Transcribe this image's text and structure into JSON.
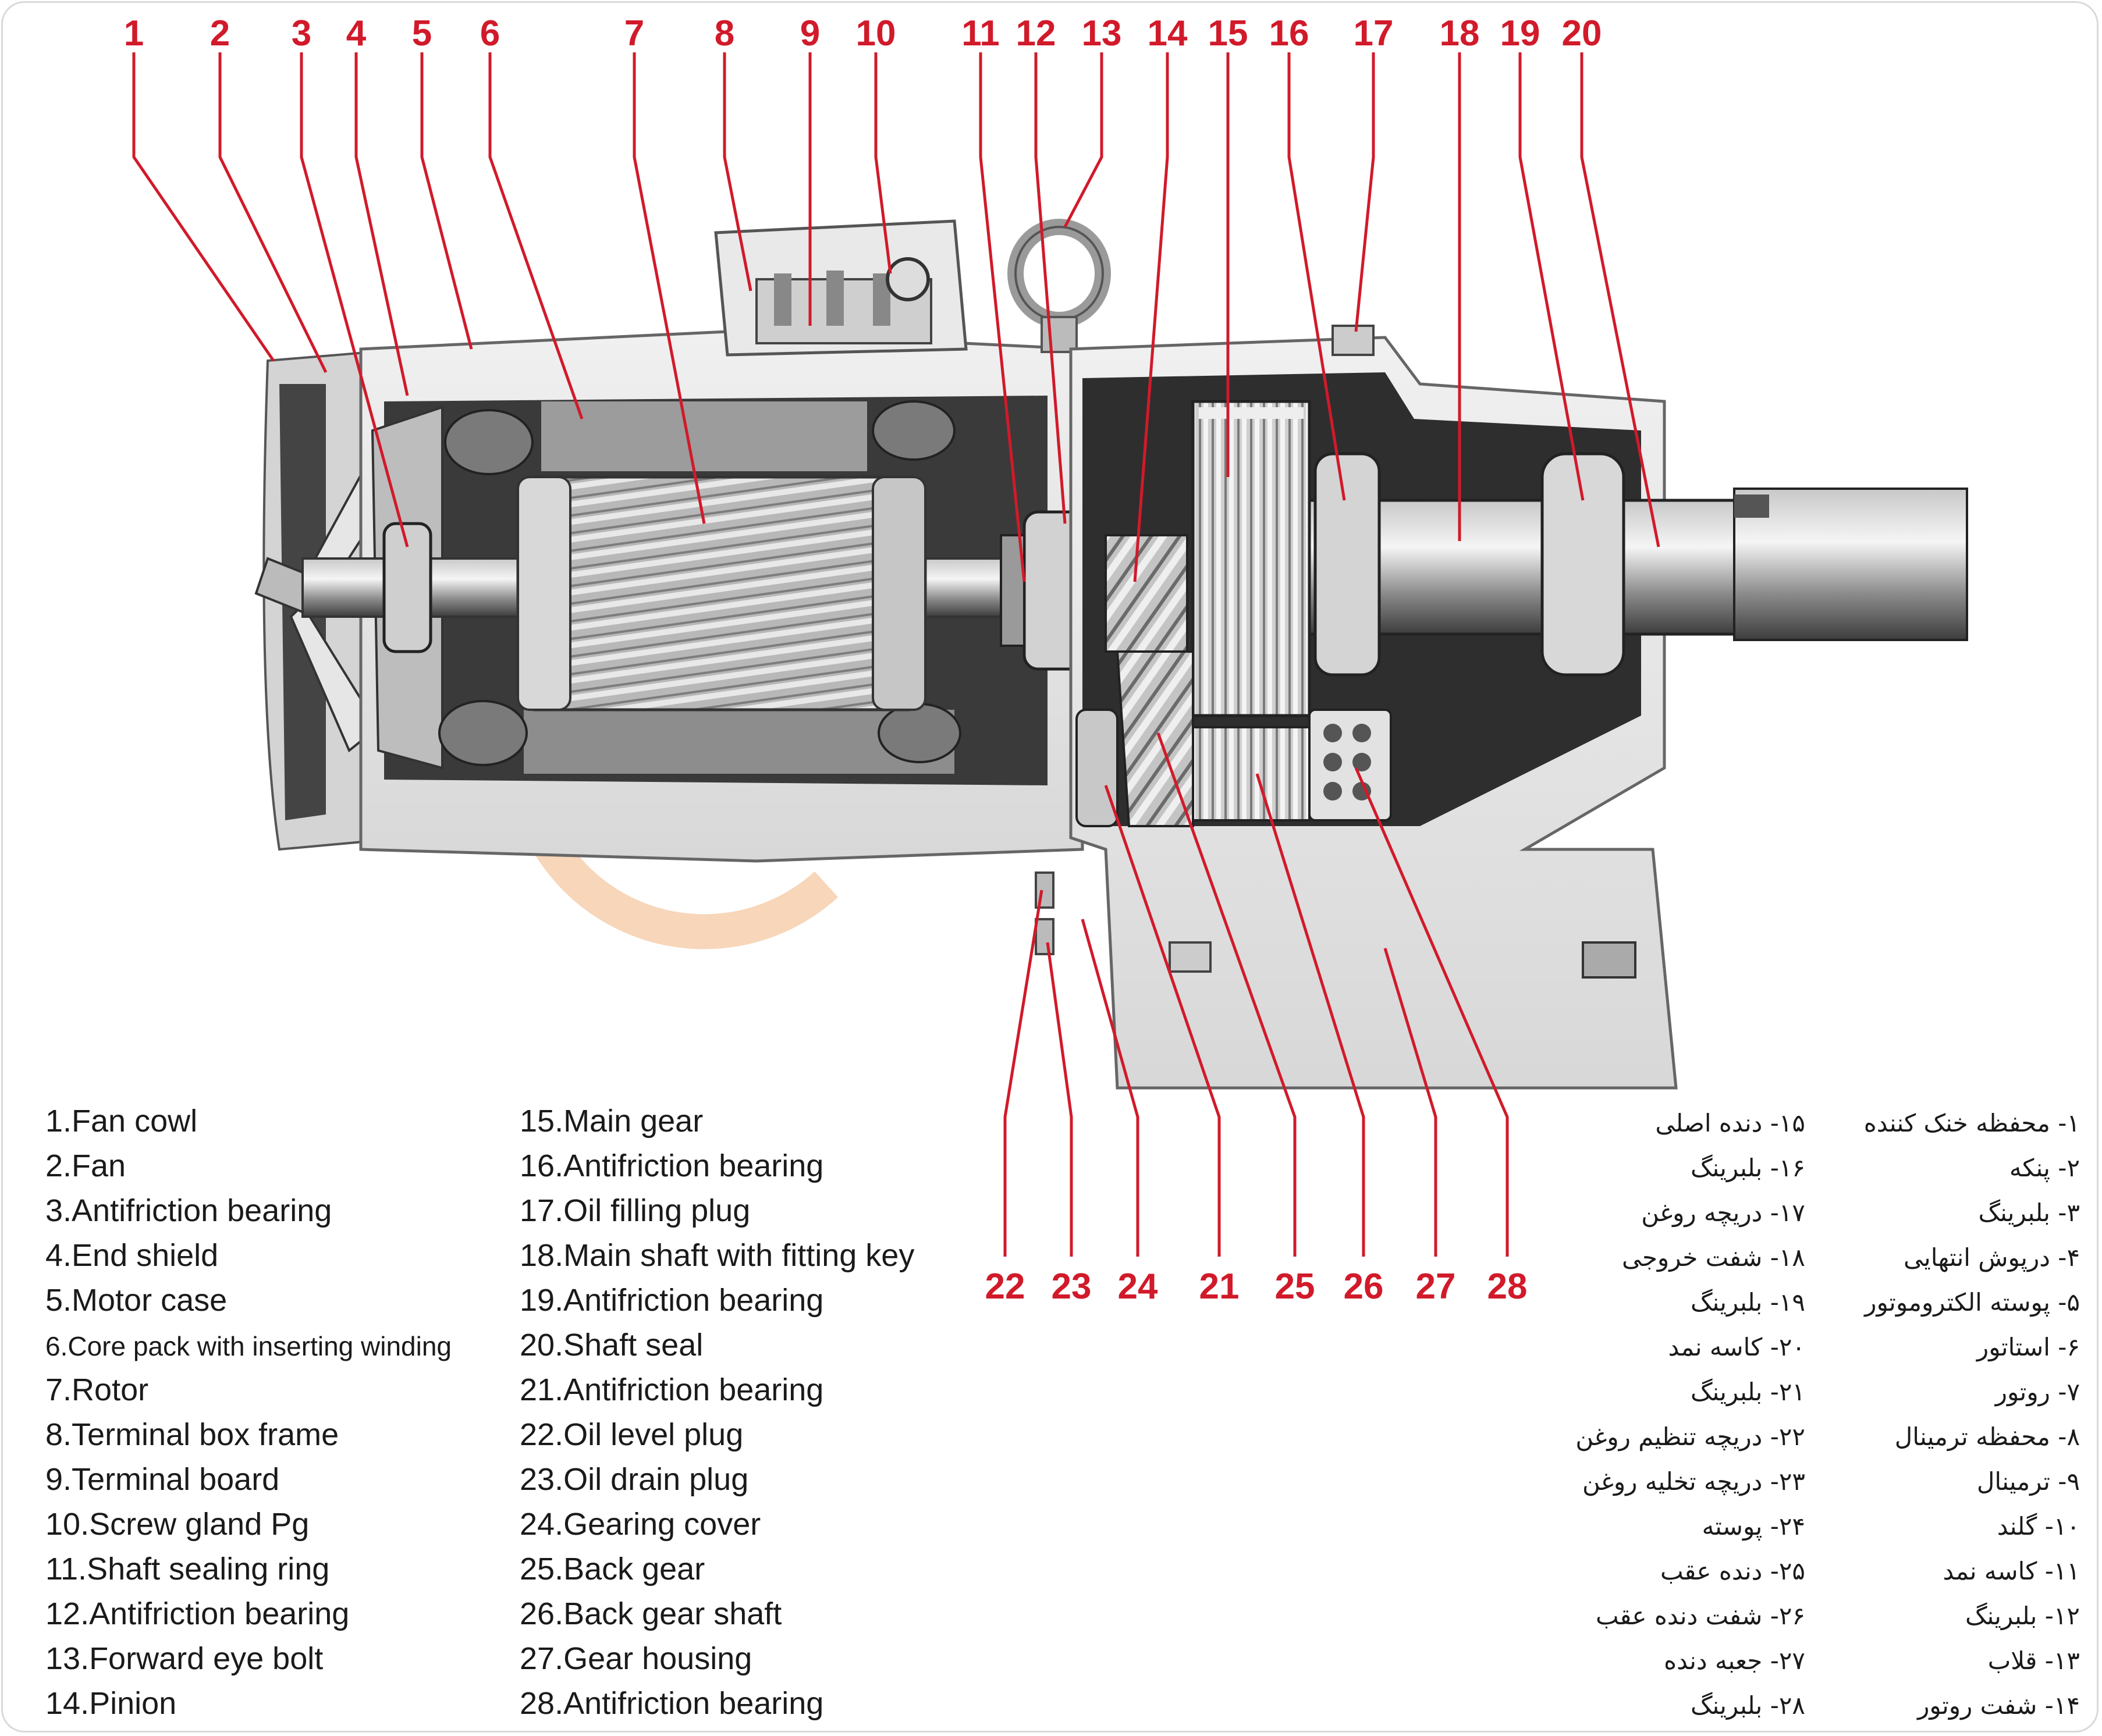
{
  "colors": {
    "callout": "#d11a2a",
    "legend_text": "#1a1a1a",
    "machine_light": "#e6e6e6",
    "machine_mid": "#9a9a9a",
    "machine_dark": "#3a3a3a",
    "watermark": "#e8893a"
  },
  "watermark": {
    "text": "P"
  },
  "top_callouts": [
    "1",
    "2",
    "3",
    "4",
    "5",
    "6",
    "7",
    "8",
    "9",
    "10",
    "11",
    "12",
    "13",
    "14",
    "15",
    "16",
    "17",
    "18",
    "19",
    "20"
  ],
  "bottom_callouts": [
    "22",
    "23",
    "24",
    "21",
    "25",
    "26",
    "27",
    "28"
  ],
  "legend_en": {
    "col1": [
      "1.Fan cowl",
      "2.Fan",
      "3.Antifriction bearing",
      "4.End shield",
      "5.Motor case",
      "6.Core pack with inserting winding",
      "7.Rotor",
      "8.Terminal box frame",
      "9.Terminal board",
      "10.Screw gland Pg",
      "11.Shaft sealing ring",
      "12.Antifriction bearing",
      "13.Forward eye bolt",
      "14.Pinion"
    ],
    "col2": [
      "15.Main gear",
      "16.Antifriction bearing",
      "17.Oil filling plug",
      "18.Main shaft with fitting key",
      "19.Antifriction bearing",
      "20.Shaft seal",
      "21.Antifriction bearing",
      "22.Oil level plug",
      "23.Oil drain plug",
      "24.Gearing cover",
      "25.Back gear",
      "26.Back gear shaft",
      "27.Gear housing",
      "28.Antifriction bearing"
    ]
  },
  "legend_fa": {
    "col_right": [
      "۱- محفظه خنک کننده",
      "۲- پنکه",
      "۳- بلبرینگ",
      "۴- درپوش انتهایی",
      "۵- پوسته الکتروموتور",
      "۶- استاتور",
      "۷- روتور",
      "۸- محفظه ترمینال",
      "۹- ترمینال",
      "۱۰- گلند",
      "۱۱- کاسه نمد",
      "۱۲- بلبرینگ",
      "۱۳- قلاب",
      "۱۴- شفت روتور"
    ],
    "col_left": [
      "۱۵- دنده اصلی",
      "۱۶- بلبرینگ",
      "۱۷- دریچه روغن",
      "۱۸- شفت خروجی",
      "۱۹- بلبرینگ",
      "۲۰- کاسه نمد",
      "۲۱- بلبرینگ",
      "۲۲- دریچه تنظیم روغن",
      "۲۳- دریچه تخلیه روغن",
      "۲۴- پوسته",
      "۲۵- دنده عقب",
      "۲۶- شفت دنده عقب",
      "۲۷- جعبه دنده",
      "۲۸- بلبرینگ"
    ]
  }
}
